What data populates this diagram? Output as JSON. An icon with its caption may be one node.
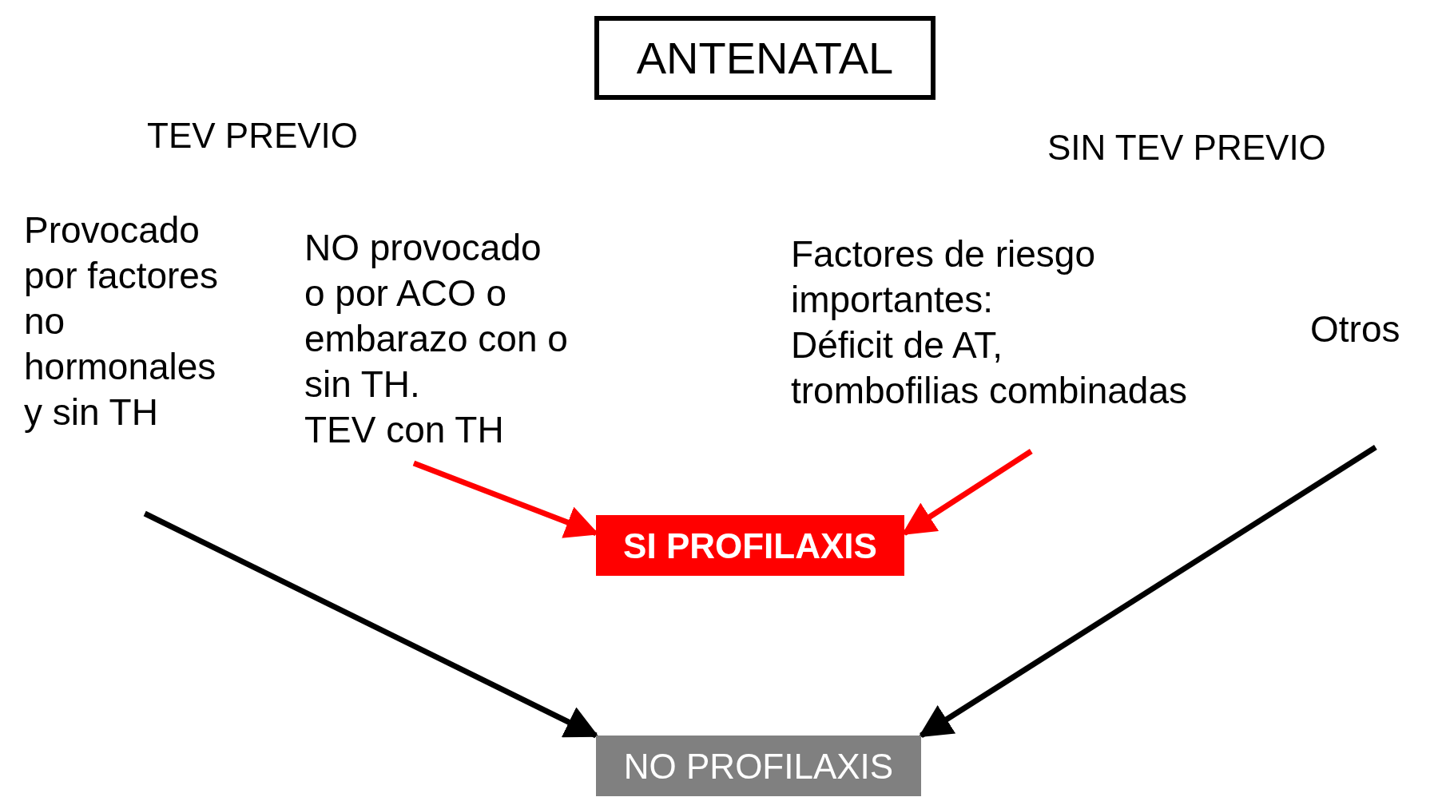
{
  "diagram": {
    "nodes": [
      {
        "text": [
          "ANTENATAL"
        ]
      },
      {
        "text": [
          "Provocado por factores no hormonales y sin TH"
        ]
      },
      {
        "text": [
          "NO provocado o por ACO o embarazo con o sin TH.",
          "TEV con TH"
        ]
      },
      {
        "text": [
          "Factores de riesgo importantes:",
          "Déficit de AT,",
          "trombofilias combinadas"
        ]
      },
      {
        "text": [
          "Otros"
        ]
      },
      {
        "text": [
          "SI PROFILAXIS"
        ]
      },
      {
        "text": [
          "NO PROFILAXIS"
        ]
      }
    ],
    "edges": [
      {
        "from": 1,
        "to": 6,
        "arrow": "to",
        "color": "#000000"
      },
      {
        "from": 2,
        "to": 5,
        "arrow": "to",
        "color": "#ff0000"
      },
      {
        "from": 3,
        "to": 5,
        "arrow": "to",
        "color": "#ff0000"
      },
      {
        "from": 4,
        "to": 6,
        "arrow": "to",
        "color": "#000000"
      }
    ],
    "labels": [
      "TEV PREVIO",
      "SIN TEV PREVIO"
    ]
  }
}
